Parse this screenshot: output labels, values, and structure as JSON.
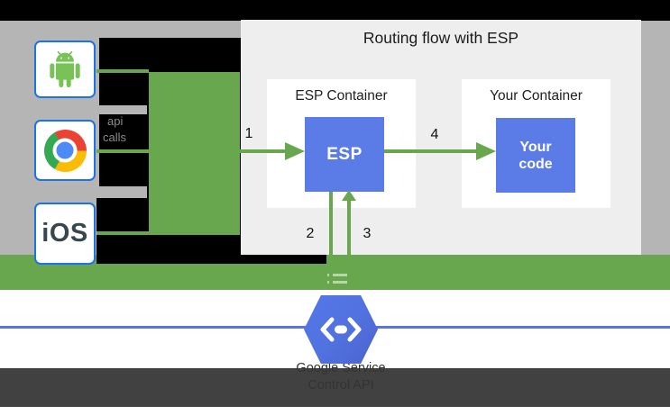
{
  "diagram": {
    "panel": {
      "title": "Routing flow with ESP",
      "esp_container": {
        "title": "ESP Container",
        "esp_label": "ESP"
      },
      "your_container": {
        "title": "Your Container",
        "code_line1": "Your",
        "code_line2": "code"
      }
    },
    "clients": {
      "ios_label": "iOS",
      "annotation_line1": "api",
      "annotation_line2": "calls"
    },
    "steps": {
      "s1": "1",
      "s2": "2",
      "s3": "3",
      "s4": "4"
    },
    "footer": {
      "service_line1": "Google Service",
      "service_line2": "Control API"
    },
    "colors": {
      "background": "#000000",
      "gray_bar": "#b5b5b5",
      "green": "#69a74e",
      "light_green_dash": "#b7d7a8",
      "panel_bg": "#eeeeee",
      "container_bg": "#ffffff",
      "box_border_blue": "#1a73e8",
      "esp_box_blue": "#5b7ce6",
      "hexagon_blue": "#5171de",
      "horizontal_line_blue": "#5b74da",
      "dark_footer_bar": "#414141",
      "ios_text": "#37474f",
      "annotation_gray": "#8b8b8b"
    }
  }
}
